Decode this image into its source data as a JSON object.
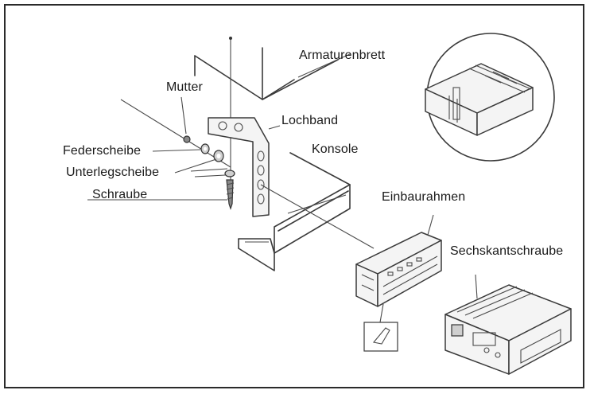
{
  "labels": {
    "armaturenbrett": "Armaturenbrett",
    "mutter": "Mutter",
    "lochband": "Lochband",
    "konsole": "Konsole",
    "federscheibe": "Federscheibe",
    "unterlegscheibe": "Unterlegscheibe",
    "schraube": "Schraube",
    "einbaurahmen": "Einbaurahmen",
    "sechskantschraube": "Sechskantschraube"
  },
  "colors": {
    "line": "#3a3a3a",
    "frame": "#2a2a2a",
    "background": "#ffffff"
  }
}
